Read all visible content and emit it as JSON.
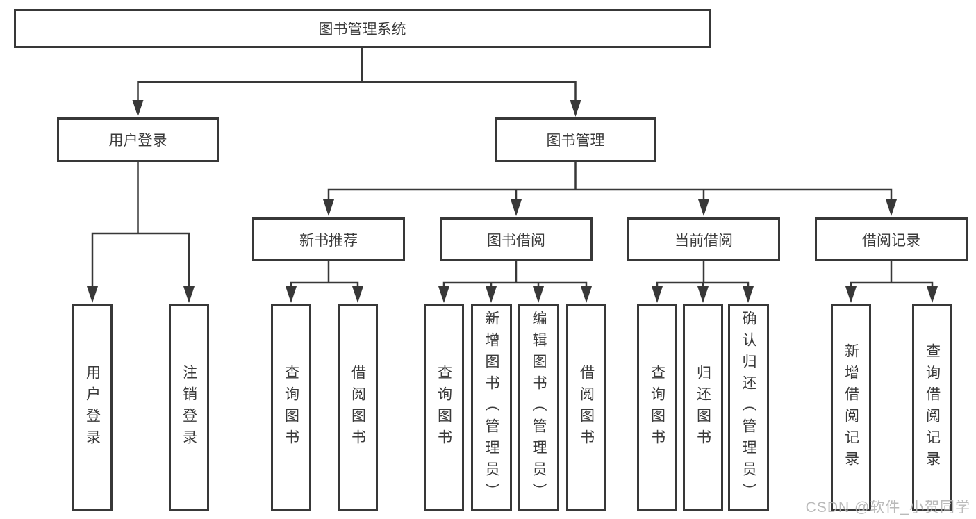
{
  "diagram": {
    "root": {
      "label": "图书管理系统"
    },
    "level2": {
      "user_login": {
        "label": "用户登录"
      },
      "book_management": {
        "label": "图书管理"
      }
    },
    "level3": {
      "new_book_recommend": {
        "label": "新书推荐"
      },
      "book_borrow": {
        "label": "图书借阅"
      },
      "current_borrow": {
        "label": "当前借阅"
      },
      "borrow_records": {
        "label": "借阅记录"
      }
    },
    "leaves": {
      "user_login": "用户登录",
      "logout": "注销登录",
      "nb_query_books": "查询图书",
      "nb_borrow_books": "借阅图书",
      "bb_query_books": "查询图书",
      "bb_add_books": "新增图书（管理员）",
      "bb_edit_books": "编辑图书（管理员）",
      "bb_borrow_books": "借阅图书",
      "cb_query_books": "查询图书",
      "cb_return_books": "归还图书",
      "cb_confirm_return": "确认归还（管理员）",
      "br_add_record": "新增借阅记录",
      "br_query_record": "查询借阅记录"
    }
  },
  "watermark": {
    "text": "CSDN @软件_小贺同学"
  },
  "colors": {
    "line": "#383838",
    "text": "#3a3a3a",
    "watermark": "#b3b3b3",
    "background": "#ffffff"
  }
}
